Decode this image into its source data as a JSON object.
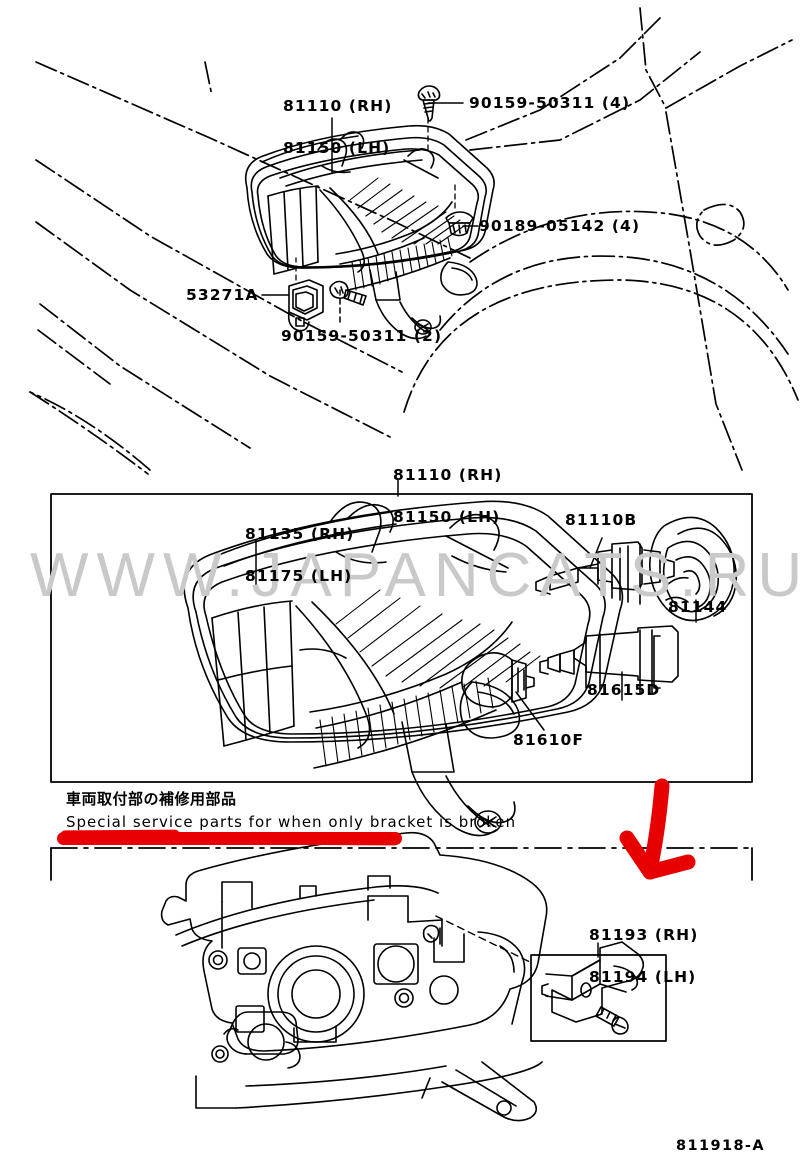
{
  "document": {
    "type": "automotive-parts-catalog-illustration",
    "page_code": "811918-A",
    "watermark": "WWW.JAPANCATS.RU"
  },
  "top_section": {
    "headlamp_label_line1": "81110 (RH)",
    "headlamp_label_line2": "81150 (LH)",
    "screw_upper": "90159-50311 (4)",
    "nut_label": "90189-05142 (4)",
    "clip_label": "53271A",
    "screw_lower": "90159-50311 (2)"
  },
  "middle_section": {
    "box_title_line1": "81110 (RH)",
    "box_title_line2": "81150 (LH)",
    "lens_label_line1": "81135 (RH)",
    "lens_label_line2": "81175 (LH)",
    "bulb_headlamp": "81110B",
    "bulb_cap": "81144",
    "socket_label": "81615D",
    "bulb_small": "81610F"
  },
  "caption": {
    "japanese": "車両取付部の補修用部品",
    "english": "Special service parts for when only bracket is broken"
  },
  "bottom_section": {
    "bracket_label_line1": "81193 (RH)",
    "bracket_label_line2": "81194 (LH)"
  },
  "annotations": {
    "marker_color": "#e60000",
    "underline_name": "red-underline-caption",
    "arrow_name": "red-arrow-to-bracket"
  }
}
